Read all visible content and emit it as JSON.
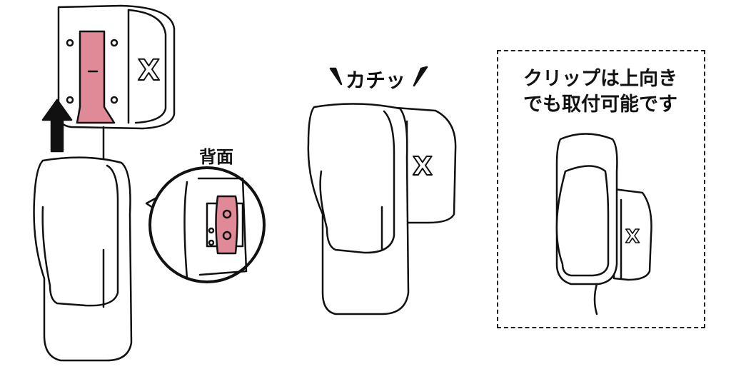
{
  "labels": {
    "back_side": "背面",
    "click_sound": "カチッ",
    "note_line1": "クリップは上向き",
    "note_line2": "でも取付可能です"
  },
  "colors": {
    "clip_highlight": "#e08a98",
    "line": "#111111"
  }
}
